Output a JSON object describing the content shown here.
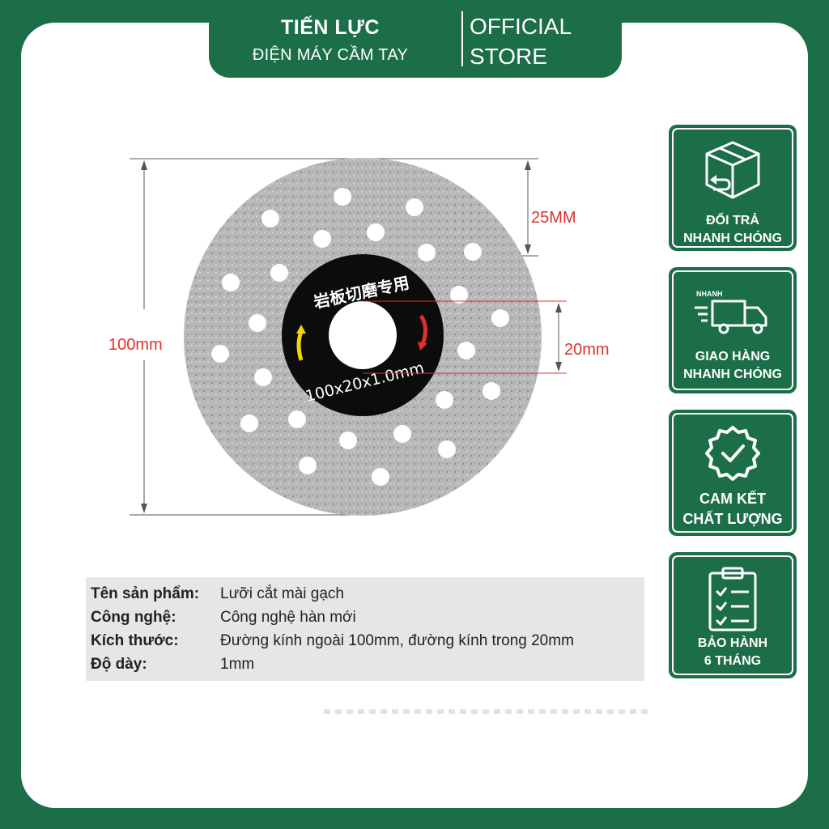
{
  "header": {
    "brand_name": "TIẾN LỰC",
    "brand_subtitle": "ĐIỆN MÁY CẦM TAY",
    "store_line1": "OFFICIAL",
    "store_line2": "STORE"
  },
  "product_image": {
    "dim_outer": "100mm",
    "dim_band": "25MM",
    "dim_inner": "20mm",
    "label_top": "岩板切磨专用",
    "label_bottom": "100x20x1.0mm"
  },
  "specs": [
    {
      "label": "Tên sản phẩm:",
      "value": "Lưỡi cắt mài gạch"
    },
    {
      "label": "Công nghệ:",
      "value": "Công nghệ hàn mới"
    },
    {
      "label": "Kích thước:",
      "value": "Đường kính ngoài 100mm, đường kính trong 20mm"
    },
    {
      "label": "Độ dày:",
      "value": "1mm"
    }
  ],
  "badges": [
    {
      "icon": "return-box-icon",
      "line1": "ĐỔI TRẢ",
      "line2": "NHANH CHÓNG"
    },
    {
      "icon": "delivery-truck-icon",
      "icon_label": "NHANH",
      "line1": "GIAO HÀNG",
      "line2": "NHANH CHÓNG"
    },
    {
      "icon": "quality-seal-icon",
      "line1": "CAM KẾT",
      "line2": "CHẤT LƯỢNG"
    },
    {
      "icon": "warranty-clipboard-icon",
      "line1": "BẢO HÀNH",
      "line2": "6 THÁNG"
    }
  ],
  "colors": {
    "brand_green": "#1b6e48",
    "dimension_red": "#e0302a",
    "blade_silver": "#b9b9bb"
  }
}
